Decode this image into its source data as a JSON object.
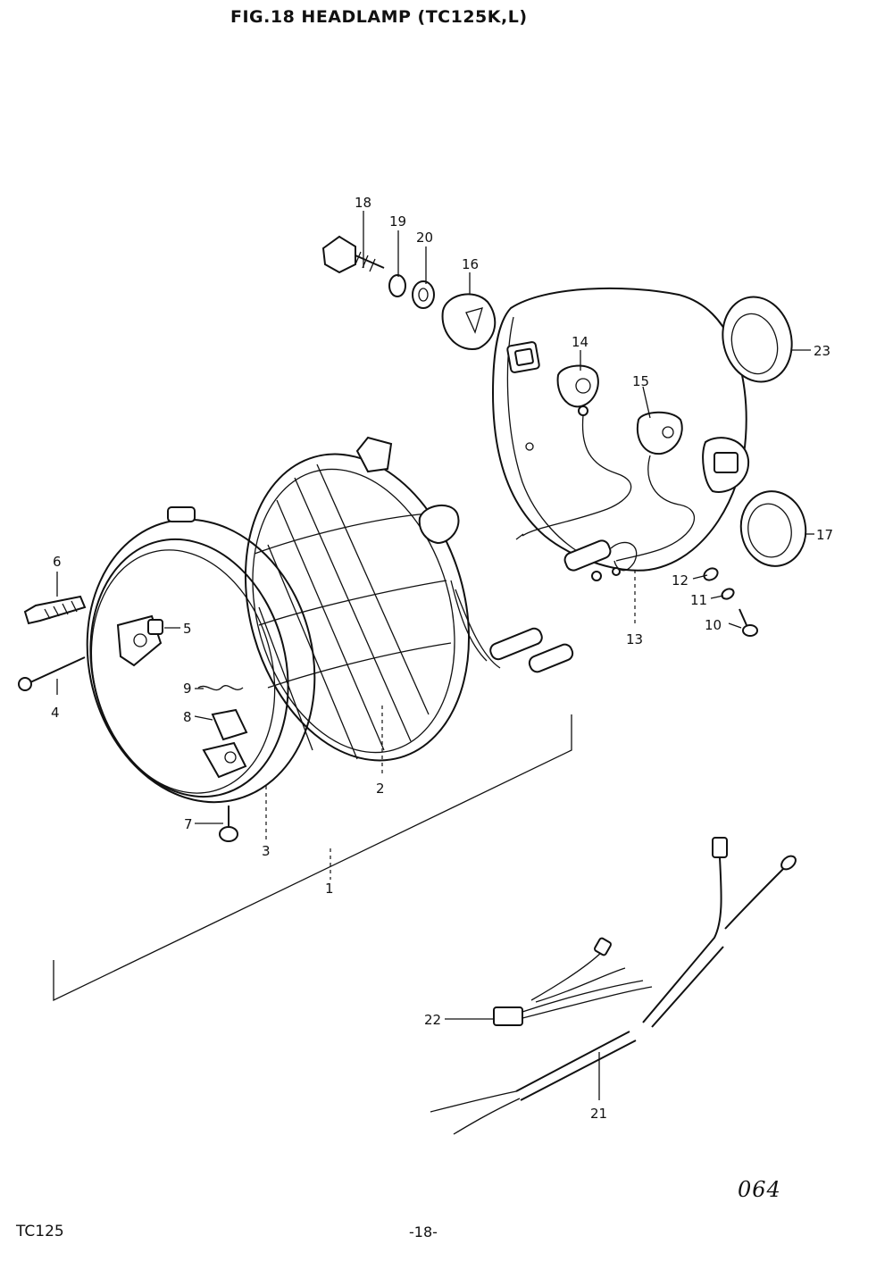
{
  "title": "FIG.18  HEADLAMP (TC125K,L)",
  "footer": {
    "model": "TC125",
    "page": "-18-",
    "figure_code": "064"
  },
  "callouts": [
    {
      "id": "c1",
      "label": "1"
    },
    {
      "id": "c2",
      "label": "2"
    },
    {
      "id": "c3",
      "label": "3"
    },
    {
      "id": "c4",
      "label": "4"
    },
    {
      "id": "c5",
      "label": "5"
    },
    {
      "id": "c6",
      "label": "6"
    },
    {
      "id": "c7",
      "label": "7"
    },
    {
      "id": "c8",
      "label": "8"
    },
    {
      "id": "c9",
      "label": "9"
    },
    {
      "id": "c10",
      "label": "10"
    },
    {
      "id": "c11",
      "label": "11"
    },
    {
      "id": "c12",
      "label": "12"
    },
    {
      "id": "c13",
      "label": "13"
    },
    {
      "id": "c14",
      "label": "14"
    },
    {
      "id": "c15",
      "label": "15"
    },
    {
      "id": "c16",
      "label": "16"
    },
    {
      "id": "c17",
      "label": "17"
    },
    {
      "id": "c18",
      "label": "18"
    },
    {
      "id": "c19",
      "label": "19"
    },
    {
      "id": "c20",
      "label": "20"
    },
    {
      "id": "c21",
      "label": "21"
    },
    {
      "id": "c22",
      "label": "22"
    },
    {
      "id": "c23",
      "label": "23"
    }
  ]
}
